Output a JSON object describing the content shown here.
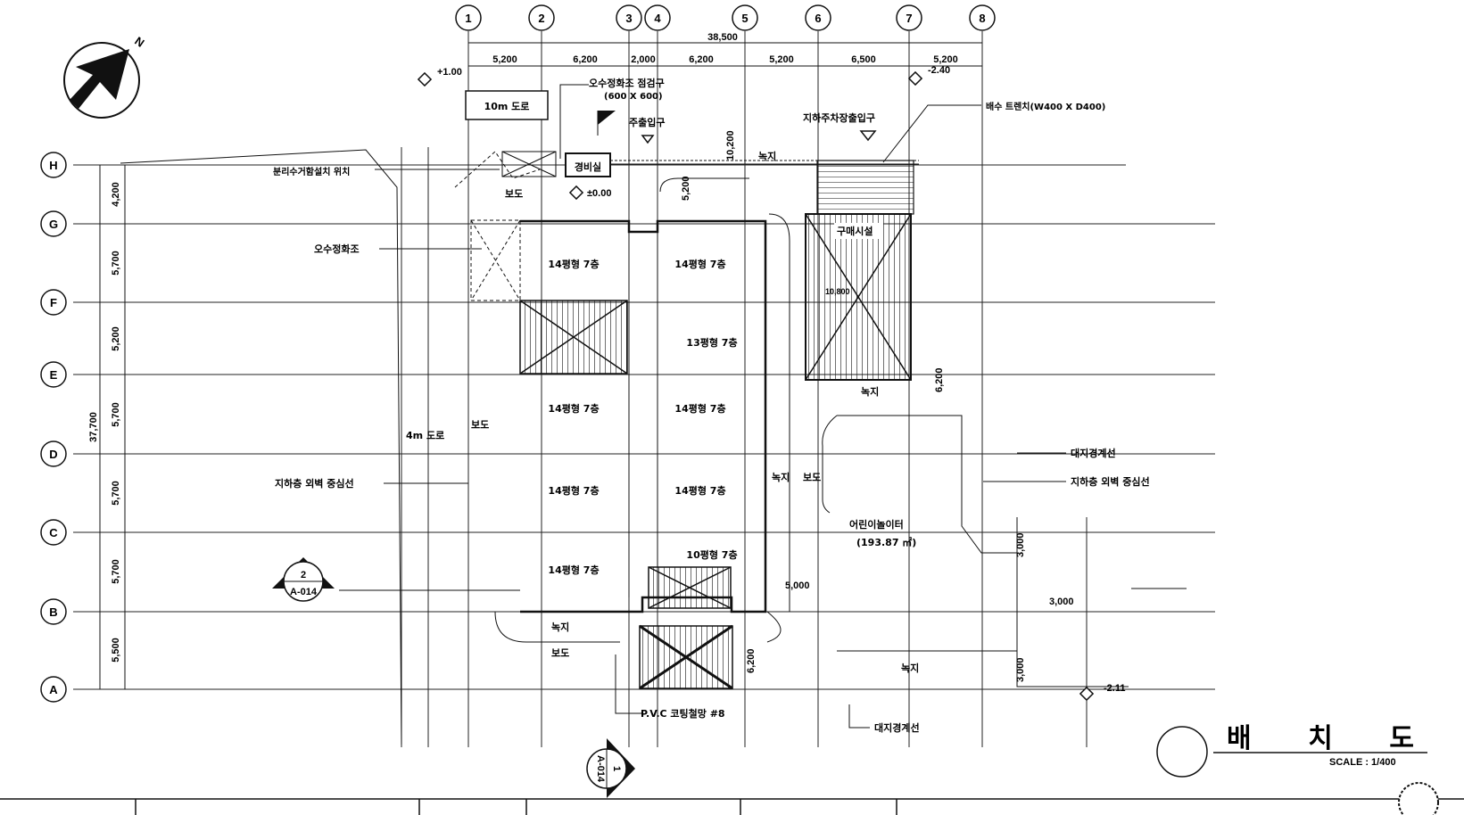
{
  "grid": {
    "columns": [
      "1",
      "2",
      "3",
      "4",
      "5",
      "6",
      "7",
      "8"
    ],
    "rows": [
      "H",
      "G",
      "F",
      "E",
      "D",
      "C",
      "B",
      "A"
    ]
  },
  "dimensions": {
    "total_width": "38,500",
    "total_depth": "37,700",
    "column_spacings": [
      "5,200",
      "6,200",
      "2,000",
      "6,200",
      "5,200",
      "6,500",
      "5,200"
    ],
    "row_spacings": [
      "4,200",
      "5,700",
      "5,200",
      "5,700",
      "5,700",
      "5,700",
      "5,500"
    ],
    "d_5200_vert": "5,200",
    "d_10200": "10,200",
    "d_6200_a": "6,200",
    "d_6200_b": "6,200",
    "d_5000": "5,000",
    "d_3000_a": "3,000",
    "d_3000_b": "3,000",
    "d_3000_c": "3,000",
    "d_10800": "10,800"
  },
  "levels": {
    "plus100": "+1.00",
    "minus240": "-2.40",
    "zero": "±0.00",
    "minus211": "-2.11"
  },
  "labels": {
    "road_10m": "10m 도로",
    "septic_inspection": "오수정화조 점검구",
    "septic_size": "(600 X 600)",
    "main_entrance": "주출입구",
    "parking_entrance": "지하주차장출입구",
    "drain_trench": "배수 트렌치(W400 X D400)",
    "separation_tank": "분리수거함설치 위치",
    "guard_room": "경비실",
    "sidewalk_1": "보도",
    "green_top": "녹지",
    "septic_tank": "오수정화조",
    "sales_facility": "구매시설",
    "green_e": "녹지",
    "road_4m": "4m 도로",
    "sidewalk_2": "보도",
    "basement_wall_left": "지하층 외벽 중심선",
    "basement_wall_right": "지하층 외벽 중심선",
    "boundary_right": "대지경계선",
    "boundary_bottom": "대지경계선",
    "green_mid": "녹지",
    "sidewalk_mid": "보도",
    "playground": "어린이놀이터",
    "playground_area": "(193.87 ㎡)",
    "green_bottom_left": "녹지",
    "sidewalk_bottom": "보도",
    "green_bottom_right": "녹지",
    "pvc_fence": "P.V.C 코팅철망 #8",
    "section_a_num": "2",
    "section_a_ref": "A-014",
    "section_b_num": "1",
    "section_b_ref": "A-014",
    "units": [
      "14평형 7층",
      "14평형 7층",
      "13평형 7층",
      "14평형 7층",
      "14평형 7층",
      "14평형 7층",
      "14평형 7층",
      "10평형 7층",
      "14평형 7층"
    ],
    "title": "배 치 도",
    "scale": "SCALE : 1/400",
    "north": "N"
  }
}
